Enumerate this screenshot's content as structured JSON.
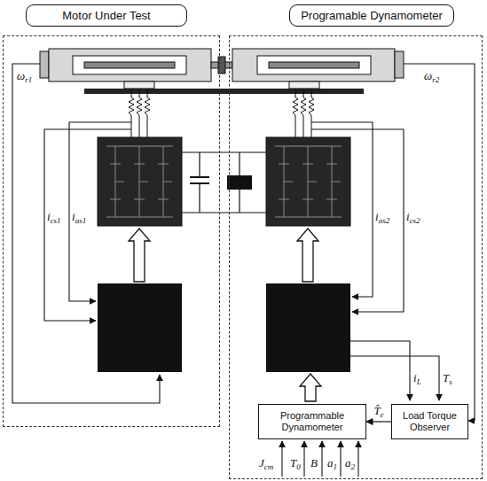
{
  "diagram": {
    "nodes": [
      {
        "text": [
          "Motor Under Test"
        ]
      },
      {
        "text": [
          "Programable Dynamometer"
        ]
      },
      {
        "text": [
          "Programmable Dynamometer"
        ],
        "in": 1
      },
      {
        "text": [
          "Load Torque Observer"
        ],
        "in": 1
      }
    ],
    "edges": [
      {
        "from": 3,
        "to": 2,
        "arrow": "to",
        "label": "T̂e"
      }
    ],
    "labels": [
      "ωr1",
      "ωr2",
      "ics1",
      "ias1",
      "ias2",
      "ics2",
      "iL",
      "Ts",
      "Jcm",
      "T0",
      "B",
      "a1",
      "a2"
    ]
  }
}
